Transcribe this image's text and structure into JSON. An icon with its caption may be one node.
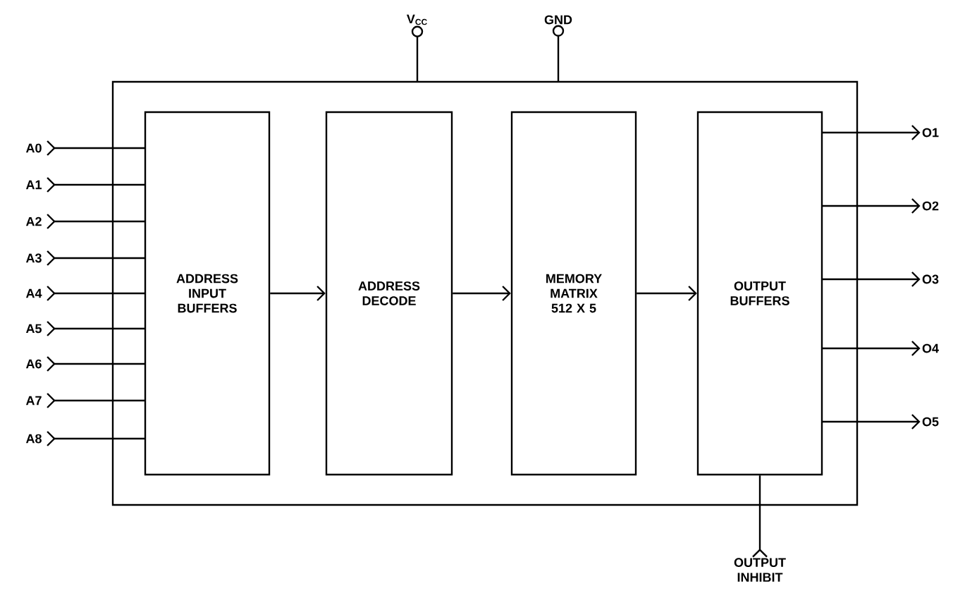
{
  "diagram": {
    "nodes": [
      {
        "text": [],
        "shape": "box"
      },
      {
        "text": [
          "ADDRESS INPUT BUFFERS"
        ],
        "in": 0
      },
      {
        "text": [
          "ADDRESS DECODE"
        ],
        "in": 0
      },
      {
        "text": [
          "MEMORY MATRIX 512 X 5"
        ],
        "in": 0
      },
      {
        "text": [
          "OUTPUT BUFFERS"
        ],
        "in": 0
      },
      {
        "text": [
          "A0"
        ]
      },
      {
        "text": [
          "A1"
        ]
      },
      {
        "text": [
          "A2"
        ]
      },
      {
        "text": [
          "A3"
        ]
      },
      {
        "text": [
          "A4"
        ]
      },
      {
        "text": [
          "A5"
        ]
      },
      {
        "text": [
          "A6"
        ]
      },
      {
        "text": [
          "A7"
        ]
      },
      {
        "text": [
          "A8"
        ]
      },
      {
        "text": [
          "O1"
        ]
      },
      {
        "text": [
          "O2"
        ]
      },
      {
        "text": [
          "O3"
        ]
      },
      {
        "text": [
          "O4"
        ]
      },
      {
        "text": [
          "O5"
        ]
      },
      {
        "text": [
          "V$_{CC}$"
        ]
      },
      {
        "text": [
          "GND"
        ]
      },
      {
        "text": [
          "OUTPUT INHIBIT"
        ]
      }
    ],
    "edges": [
      {
        "from": 1,
        "to": 2,
        "arrow": "to"
      },
      {
        "from": 2,
        "to": 3,
        "arrow": "to"
      },
      {
        "from": 3,
        "to": 4,
        "arrow": "to"
      },
      {
        "from": 5,
        "to": 1,
        "arrow": "other"
      },
      {
        "from": 6,
        "to": 1,
        "arrow": "other"
      },
      {
        "from": 7,
        "to": 1,
        "arrow": "other"
      },
      {
        "from": 8,
        "to": 1,
        "arrow": "other"
      },
      {
        "from": 9,
        "to": 1,
        "arrow": "other"
      },
      {
        "from": 10,
        "to": 1,
        "arrow": "other"
      },
      {
        "from": 11,
        "to": 1,
        "arrow": "other"
      },
      {
        "from": 12,
        "to": 1,
        "arrow": "other"
      },
      {
        "from": 13,
        "to": 1,
        "arrow": "other"
      },
      {
        "from": 4,
        "to": 14,
        "arrow": "to"
      },
      {
        "from": 4,
        "to": 15,
        "arrow": "to"
      },
      {
        "from": 4,
        "to": 16,
        "arrow": "to"
      },
      {
        "from": 4,
        "to": 17,
        "arrow": "to"
      },
      {
        "from": 4,
        "to": 18,
        "arrow": "to"
      },
      {
        "from": 0,
        "to": 19,
        "arrow": "other"
      },
      {
        "from": 0,
        "to": 20,
        "arrow": "other"
      },
      {
        "from": 21,
        "to": 4,
        "arrow": "other"
      }
    ]
  }
}
